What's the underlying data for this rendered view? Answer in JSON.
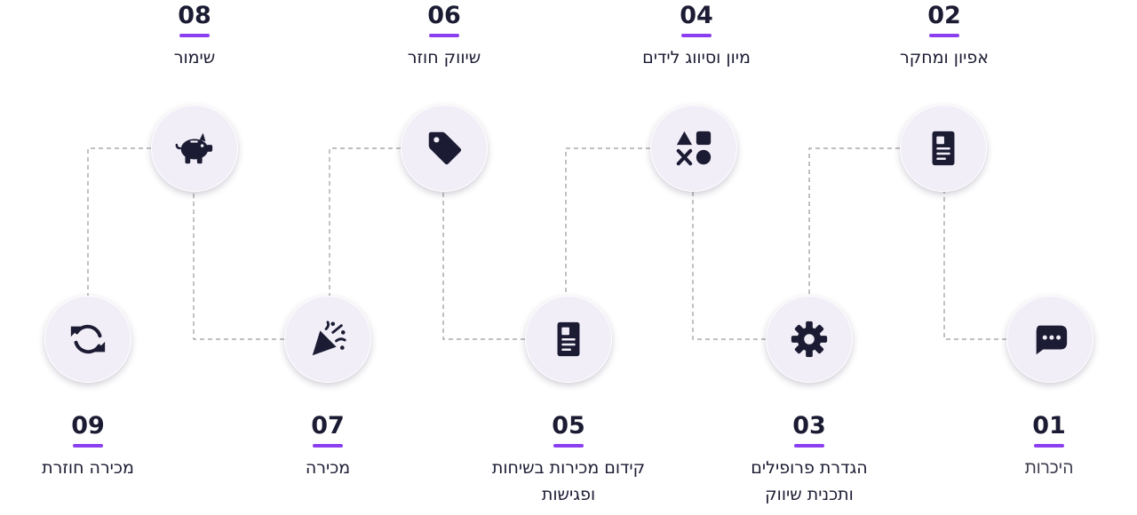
{
  "steps": [
    {
      "number": "01",
      "label": "היכרות",
      "icon": "chat-bubble-icon"
    },
    {
      "number": "02",
      "label": "אפיון ומחקר",
      "icon": "document-icon"
    },
    {
      "number": "03",
      "label": "הגדרת פרופילים ותכנית שיווק",
      "icon": "gear-icon"
    },
    {
      "number": "04",
      "label": "מיון וסיווג לידים",
      "icon": "shapes-icon"
    },
    {
      "number": "05",
      "label": "קידום מכירות בשיחות ופגישות",
      "icon": "document-icon"
    },
    {
      "number": "06",
      "label": "שיווק חוזר",
      "icon": "tag-icon"
    },
    {
      "number": "07",
      "label": "מכירה",
      "icon": "party-popper-icon"
    },
    {
      "number": "08",
      "label": "שימור",
      "icon": "piggy-bank-icon"
    },
    {
      "number": "09",
      "label": "מכירה חוזרת",
      "icon": "refresh-icon"
    }
  ],
  "colors": {
    "accent": "#8b3ff0",
    "icon": "#1b1b33",
    "circle": "#f2eef8",
    "connector": "#9a9a9a"
  }
}
